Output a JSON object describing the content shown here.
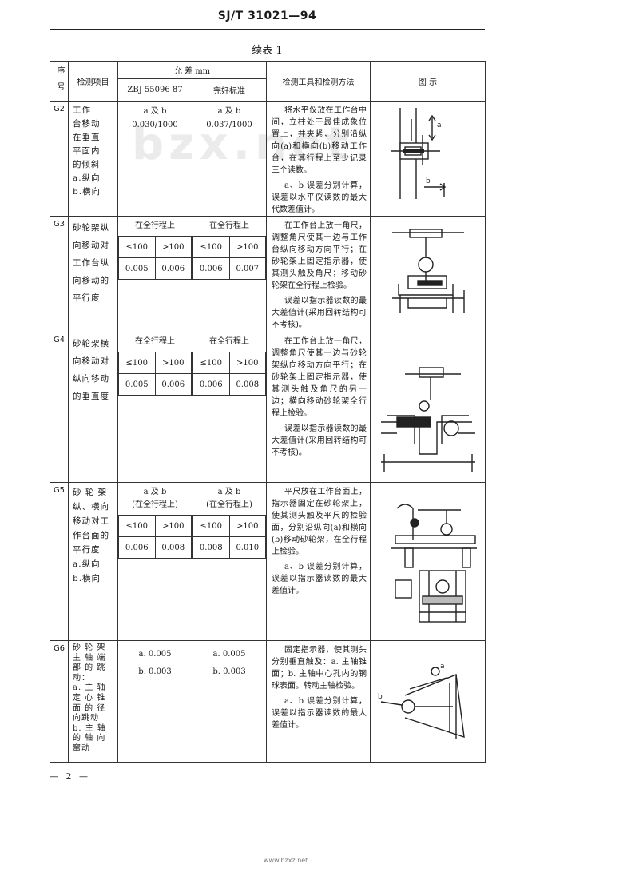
{
  "header": {
    "standard_code": "SJ/T 31021—94",
    "caption": "续表 1"
  },
  "watermark": "bzx.net",
  "table": {
    "headers": {
      "seq": "序号",
      "item": "检测项目",
      "tolerance": "允    差    mm",
      "tol_std": "ZBJ 55096    87",
      "tol_good": "完好标准",
      "method": "检测工具和检测方法",
      "figure": "图        示"
    },
    "rows": [
      {
        "no": "G2",
        "item_lines": [
          "工作",
          "台移动",
          "在垂直",
          "平面内",
          "的倾斜",
          "a.纵向",
          "b.横向"
        ],
        "std": {
          "head": "a 及 b",
          "value": "0.030/1000"
        },
        "good": {
          "head": "a 及 b",
          "value": "0.037/1000"
        },
        "method_paras": [
          "将水平仪放在工作台中间，立柱处于最佳成象位置上，并夹紧，分别沿纵向(a)和横向(b)移动工作台，在其行程上至少记录三个读数。",
          "a、b 误差分别计算，误差以水平仪读数的最大代数差值计。"
        ],
        "fig_labels": {
          "a": "a",
          "b": "b"
        }
      },
      {
        "no": "G3",
        "item_lines": [
          "砂轮架纵",
          "向移动对",
          "工作台纵",
          "向移动的",
          "平行度"
        ],
        "std": {
          "head": "在全行程上",
          "c1": "≤100",
          "c2": ">100",
          "v1": "0.005",
          "v2": "0.006"
        },
        "good": {
          "head": "在全行程上",
          "c1": "≤100",
          "c2": ">100",
          "v1": "0.006",
          "v2": "0.007"
        },
        "method_paras": [
          "在工作台上放一角尺，调整角尺使其一边与工作台纵向移动方向平行；在砂轮架上固定指示器，使其测头触及角尺；移动砂轮架在全行程上检验。",
          "误差以指示器读数的最大差值计(采用回转结构可不考核)。"
        ]
      },
      {
        "no": "G4",
        "item_lines": [
          "砂轮架横",
          "向移动对",
          "纵向移动",
          "的垂直度"
        ],
        "std": {
          "head": "在全行程上",
          "c1": "≤100",
          "c2": ">100",
          "v1": "0.005",
          "v2": "0.006"
        },
        "good": {
          "head": "在全行程上",
          "c1": "≤100",
          "c2": ">100",
          "v1": "0.006",
          "v2": "0.008"
        },
        "method_paras": [
          "在工作台上放一角尺，调整角尺使其一边与砂轮架纵向移动方向平行；在砂轮架上固定指示器，使其测头触及角尺的另一边；横向移动砂轮架全行程上检验。",
          "误差以指示器读数的最大差值计(采用回转结构可不考核)。"
        ]
      },
      {
        "no": "G5",
        "item_lines": [
          "砂 轮 架",
          "纵、横向",
          "移动对工",
          "作台面的",
          "平行度",
          "a.纵向",
          "b.横向"
        ],
        "std": {
          "head": "a 及 b",
          "head2": "(在全行程上)",
          "c1": "≤100",
          "c2": ">100",
          "v1": "0.006",
          "v2": "0.008"
        },
        "good": {
          "head": "a 及 b",
          "head2": "(在全行程上)",
          "c1": "≤100",
          "c2": ">100",
          "v1": "0.008",
          "v2": "0.010"
        },
        "method_paras": [
          "平尺放在工作台面上，指示器固定在砂轮架上，使其测头触及平尺的检验面，分别沿纵向(a)和横向(b)移动砂轮架，在全行程上检验。",
          "a、b 误差分别计算，误差以指示器读数的最大差值计。"
        ]
      },
      {
        "no": "G6",
        "item_lines": [
          "砂 轮 架",
          "主 轴 端",
          "部 的 跳",
          "动：",
          "a. 主 轴",
          "定 心 锥",
          "面 的 径",
          "向跳动",
          "b. 主 轴",
          "的 轴 向",
          "窜动"
        ],
        "std": {
          "a": "a. 0.005",
          "b": "b. 0.003"
        },
        "good": {
          "a": "a. 0.005",
          "b": "b. 0.003"
        },
        "method_paras": [
          "固定指示器，使其测头分别垂直触及：a. 主轴锥面；b. 主轴中心孔内的钢球表面。转动主轴检验。",
          "a、b 误差分别计算，误差以指示器读数的最大差值计。"
        ],
        "fig_labels": {
          "a": "a",
          "b": "b"
        }
      }
    ]
  },
  "footer": {
    "page": "— 2 —",
    "mark": "www.bzxz.net"
  }
}
